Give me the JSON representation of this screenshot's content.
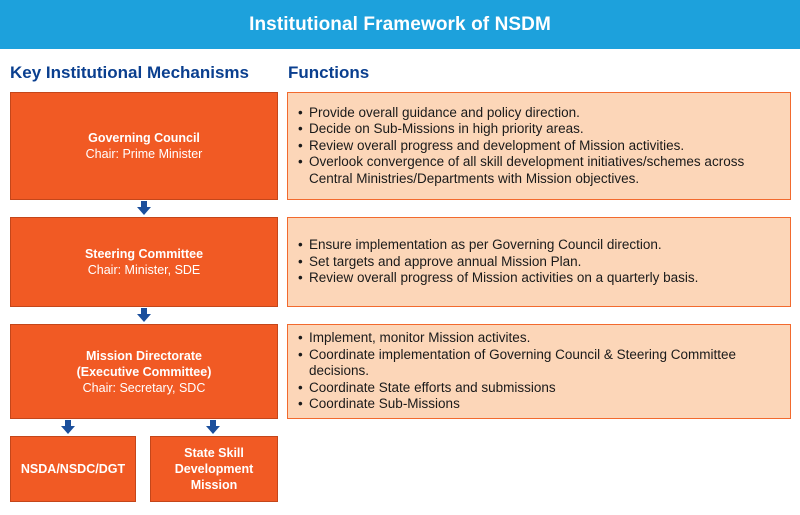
{
  "header": {
    "title": "Institutional Framework of NSDM"
  },
  "columns": {
    "mechanisms": "Key Institutional Mechanisms",
    "functions": "Functions"
  },
  "mechanisms": [
    {
      "title": "Governing Council",
      "chair": "Chair: Prime Minister"
    },
    {
      "title": "Steering Committee",
      "chair": "Chair: Minister, SDE"
    },
    {
      "title_line1": "Mission Directorate",
      "title_line2": "(Executive Committee)",
      "chair": "Chair: Secretary, SDC"
    }
  ],
  "sub_bodies": [
    {
      "label": "NSDA/NSDC/DGT"
    },
    {
      "line1": "State Skill",
      "line2": "Development",
      "line3": "Mission"
    }
  ],
  "functions": [
    {
      "items": [
        "Provide overall guidance and policy direction.",
        "Decide on Sub-Missions in high priority areas.",
        "Review overall progress and development of Mission activities.",
        "Overlook convergence of all skill development initiatives/schemes across Central Ministries/Departments with Mission objectives."
      ]
    },
    {
      "items": [
        "Ensure implementation as per Governing Council direction.",
        "Set targets and approve annual Mission Plan.",
        "Review overall progress of Mission activities on a quarterly basis."
      ]
    },
    {
      "items": [
        "Implement, monitor Mission activites.",
        "Coordinate implementation of Governing Council & Steering Committee decisions.",
        "Coordinate State efforts and submissions",
        "Coordinate Sub-Missions"
      ]
    }
  ],
  "colors": {
    "header_bg": "#1da1dc",
    "title_text": "#0a3f8f",
    "mechanism_box": "#f15a24",
    "function_box": "#fcd6b8",
    "function_border": "#f26a2e",
    "arrow": "#1b4f9c"
  }
}
